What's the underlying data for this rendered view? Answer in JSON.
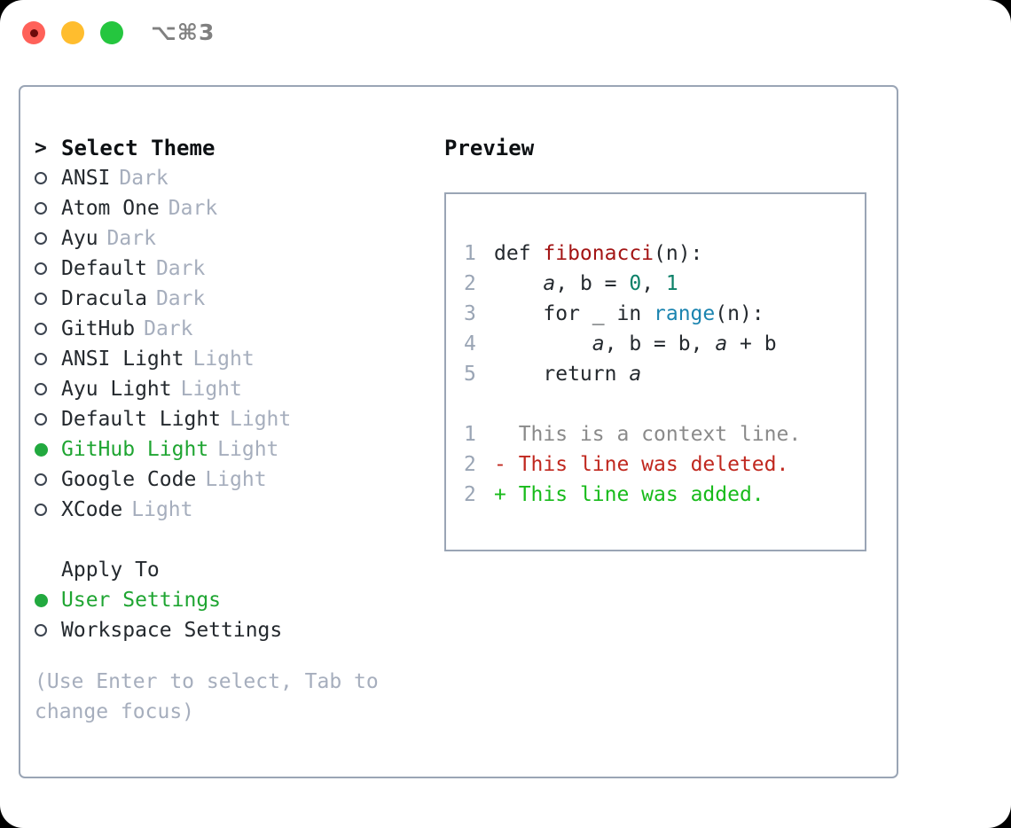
{
  "titlebar": {
    "shortcut": "⌥⌘3",
    "lights": [
      "close-red",
      "minimize-yellow",
      "zoom-green"
    ]
  },
  "theme_selector": {
    "header": {
      "caret": ">",
      "title": "Select Theme"
    },
    "items": [
      {
        "marker": "○",
        "label": "ANSI",
        "suffix": "Dark",
        "selected": false
      },
      {
        "marker": "○",
        "label": "Atom One",
        "suffix": "Dark",
        "selected": false
      },
      {
        "marker": "○",
        "label": "Ayu",
        "suffix": "Dark",
        "selected": false
      },
      {
        "marker": "○",
        "label": "Default",
        "suffix": "Dark",
        "selected": false
      },
      {
        "marker": "○",
        "label": "Dracula",
        "suffix": "Dark",
        "selected": false
      },
      {
        "marker": "○",
        "label": "GitHub",
        "suffix": "Dark",
        "selected": false
      },
      {
        "marker": "○",
        "label": "ANSI Light",
        "suffix": "Light",
        "selected": false
      },
      {
        "marker": "○",
        "label": "Ayu Light",
        "suffix": "Light",
        "selected": false
      },
      {
        "marker": "○",
        "label": "Default Light",
        "suffix": "Light",
        "selected": false
      },
      {
        "marker": "●",
        "label": "GitHub Light",
        "suffix": "Light",
        "selected": true
      },
      {
        "marker": "○",
        "label": "Google Code",
        "suffix": "Light",
        "selected": false
      },
      {
        "marker": "○",
        "label": "XCode",
        "suffix": "Light",
        "selected": false
      }
    ]
  },
  "apply_to": {
    "title": "Apply To",
    "items": [
      {
        "marker": "●",
        "label": "User Settings",
        "selected": true
      },
      {
        "marker": "○",
        "label": "Workspace Settings",
        "selected": false
      }
    ]
  },
  "hint": "(Use Enter to select, Tab to change focus)",
  "preview": {
    "title": "Preview",
    "code_lines": [
      {
        "num": "1",
        "indent": "",
        "tokens": [
          {
            "t": "def ",
            "k": "plain"
          },
          {
            "t": "fibonacci",
            "k": "fn"
          },
          {
            "t": "(n):",
            "k": "plain"
          }
        ]
      },
      {
        "num": "2",
        "indent": "    ",
        "tokens": [
          {
            "t": "a",
            "k": "var"
          },
          {
            "t": ", ",
            "k": "plain"
          },
          {
            "t": "b",
            "k": "plain"
          },
          {
            "t": " = ",
            "k": "plain"
          },
          {
            "t": "0",
            "k": "num"
          },
          {
            "t": ", ",
            "k": "plain"
          },
          {
            "t": "1",
            "k": "num"
          }
        ]
      },
      {
        "num": "3",
        "indent": "    ",
        "tokens": [
          {
            "t": "for _ in ",
            "k": "plain"
          },
          {
            "t": "range",
            "k": "bi"
          },
          {
            "t": "(n):",
            "k": "plain"
          }
        ]
      },
      {
        "num": "4",
        "indent": "        ",
        "tokens": [
          {
            "t": "a",
            "k": "var"
          },
          {
            "t": ", ",
            "k": "plain"
          },
          {
            "t": "b",
            "k": "plain"
          },
          {
            "t": " = ",
            "k": "plain"
          },
          {
            "t": "b",
            "k": "plain"
          },
          {
            "t": ", ",
            "k": "plain"
          },
          {
            "t": "a",
            "k": "var"
          },
          {
            "t": " + ",
            "k": "plain"
          },
          {
            "t": "b",
            "k": "plain"
          }
        ]
      },
      {
        "num": "5",
        "indent": "    ",
        "tokens": [
          {
            "t": "return ",
            "k": "plain"
          },
          {
            "t": "a",
            "k": "var"
          }
        ]
      }
    ],
    "diff_lines": [
      {
        "num": "1",
        "sign": " ",
        "text": "This is a context line.",
        "kind": "context"
      },
      {
        "num": "2",
        "sign": "-",
        "text": "This line was deleted.",
        "kind": "deleted"
      },
      {
        "num": "2",
        "sign": "+",
        "text": "This line was added.",
        "kind": "added"
      }
    ]
  },
  "colors": {
    "selected_green": "#1fa532",
    "muted": "#a6aebd",
    "border": "#9aa5b5",
    "fn_red": "#a31515",
    "builtin_blue": "#1b84b0",
    "number_teal": "#0c8068",
    "diff_add": "#18bb1b",
    "diff_del": "#c0281f"
  }
}
